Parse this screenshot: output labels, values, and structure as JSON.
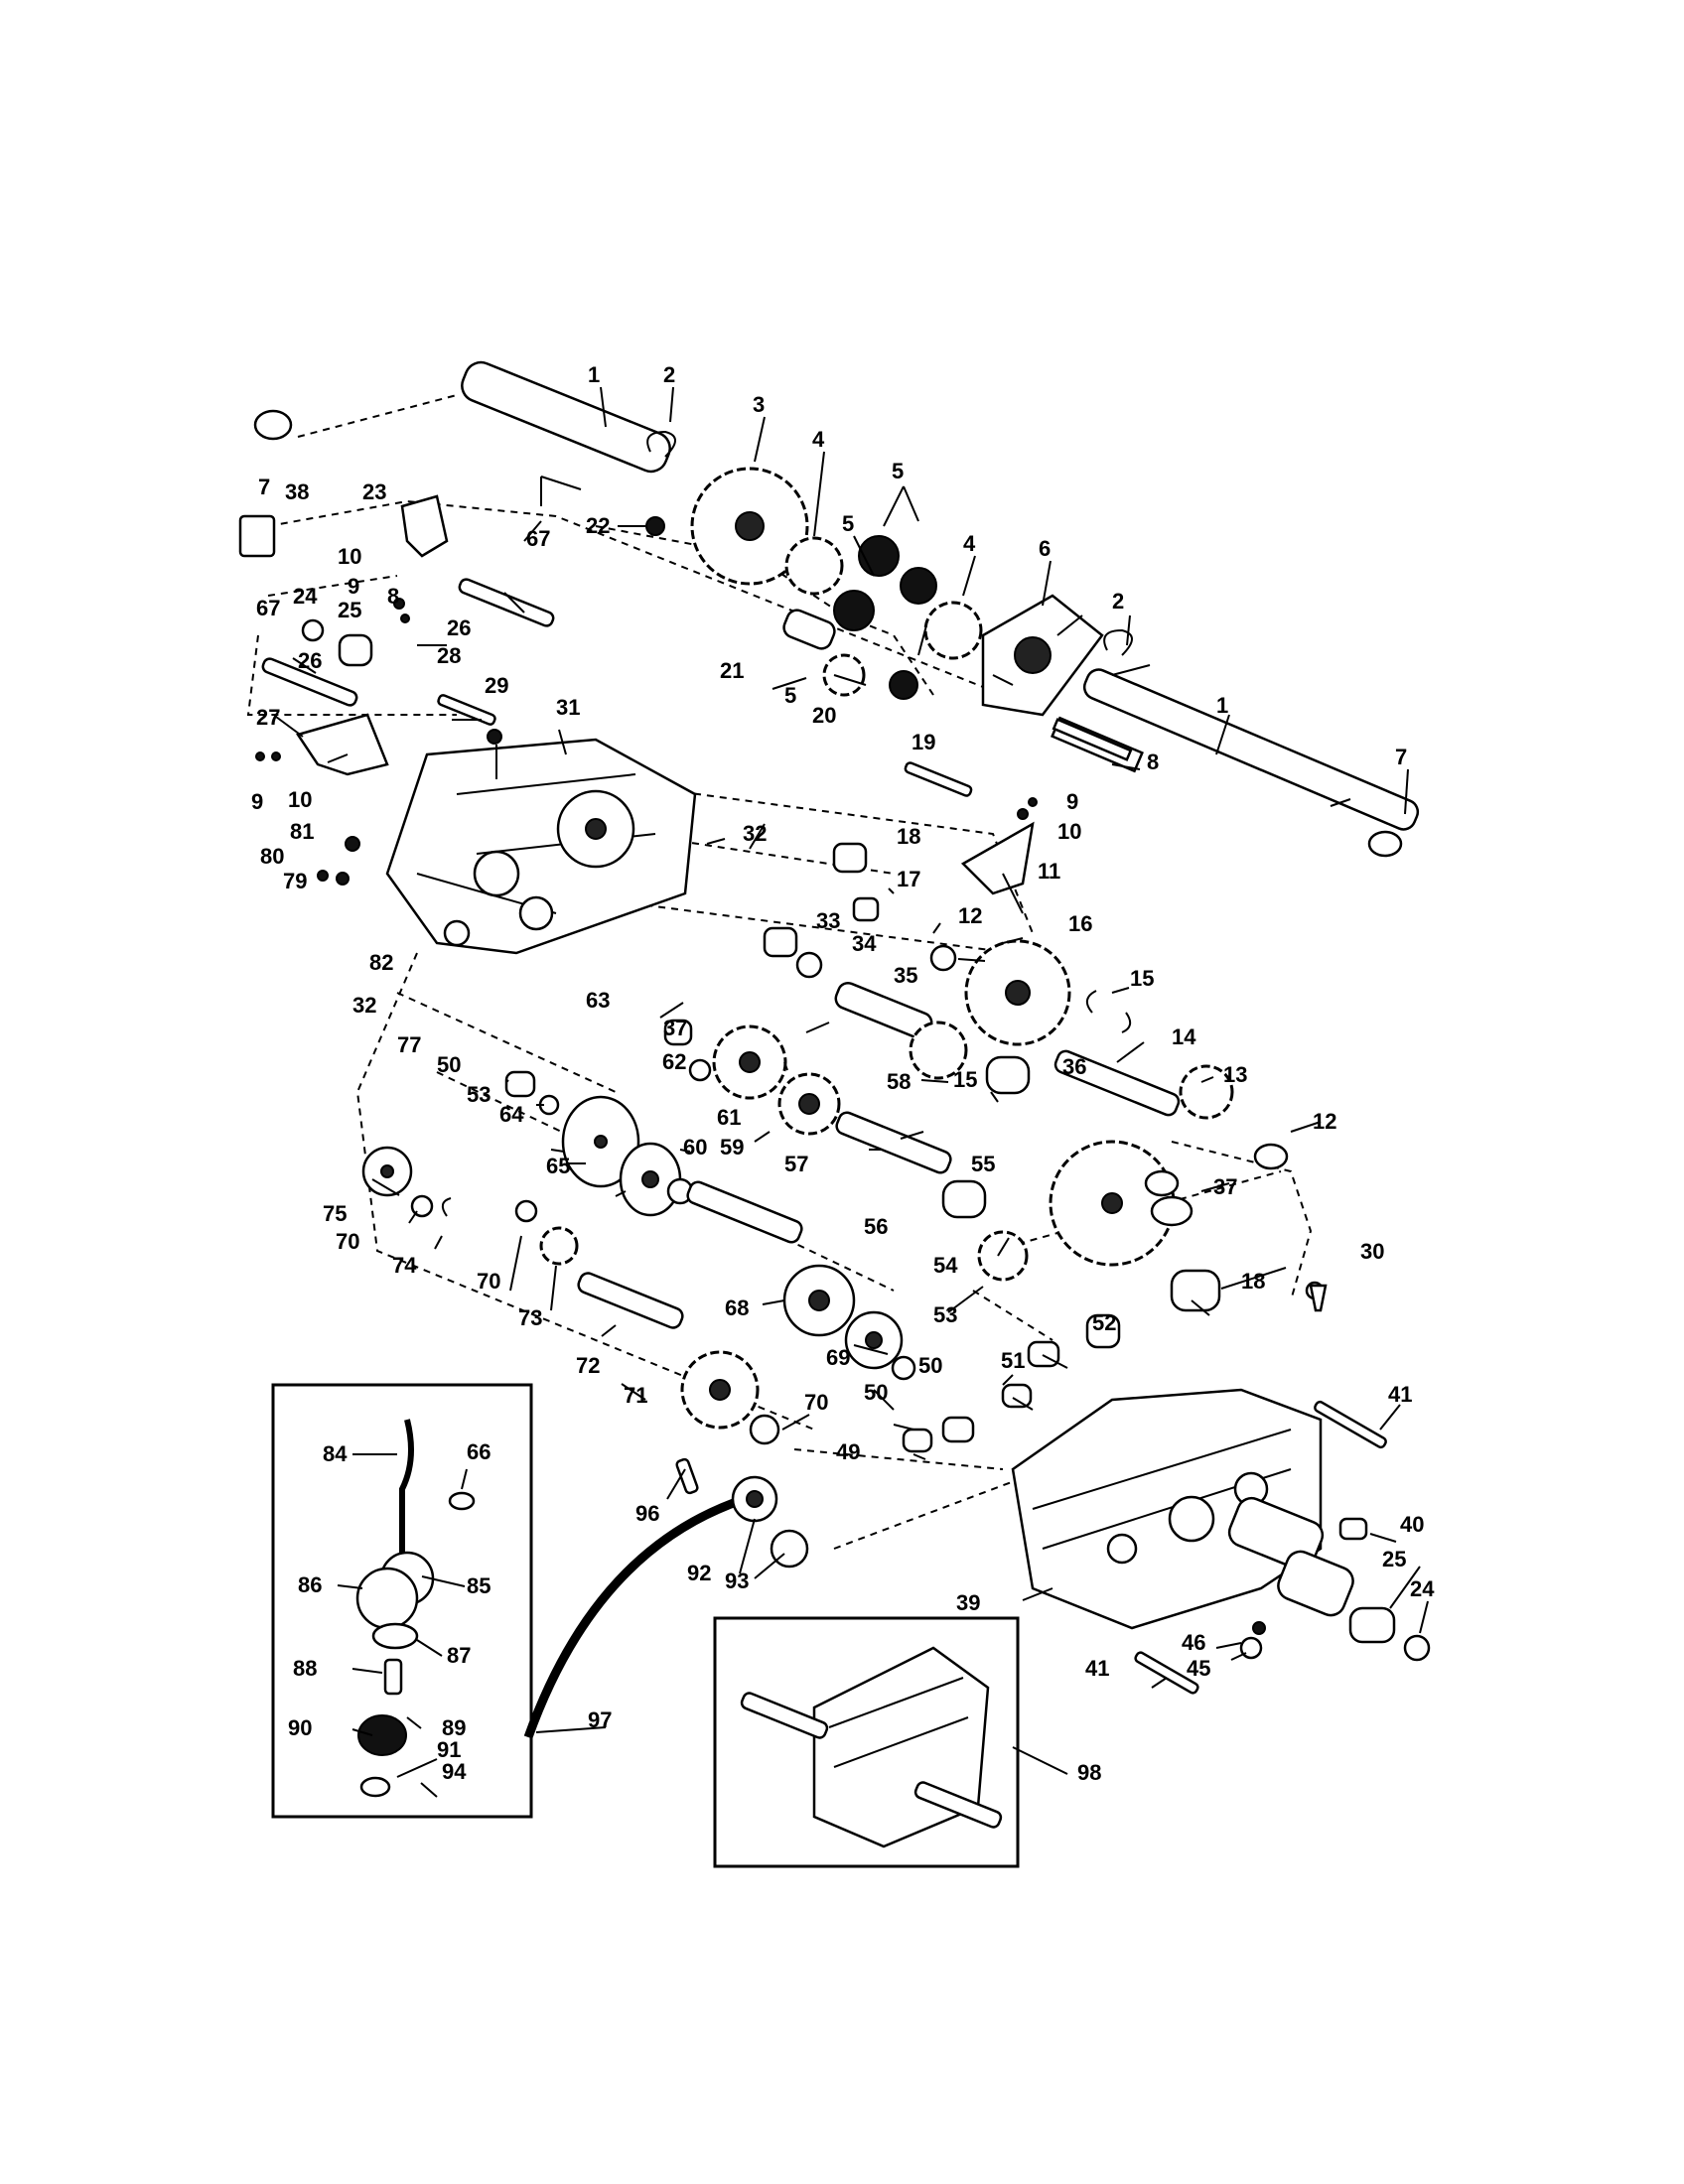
{
  "diagram": {
    "labels": [
      "1",
      "2",
      "3",
      "4",
      "5",
      "6",
      "7",
      "8",
      "9",
      "10",
      "11",
      "12",
      "13",
      "14",
      "15",
      "16",
      "17",
      "18",
      "19",
      "20",
      "21",
      "22",
      "23",
      "24",
      "25",
      "26",
      "27",
      "28",
      "29",
      "30",
      "31",
      "32",
      "33",
      "34",
      "35",
      "36",
      "37",
      "38",
      "39",
      "40",
      "41",
      "45",
      "46",
      "49",
      "50",
      "51",
      "52",
      "53",
      "54",
      "55",
      "56",
      "57",
      "58",
      "59",
      "60",
      "61",
      "62",
      "63",
      "64",
      "65",
      "66",
      "67",
      "68",
      "69",
      "70",
      "71",
      "72",
      "73",
      "74",
      "75",
      "77",
      "79",
      "80",
      "81",
      "82",
      "84",
      "85",
      "86",
      "87",
      "88",
      "89",
      "90",
      "91",
      "92",
      "93",
      "94",
      "96",
      "97",
      "98"
    ]
  }
}
